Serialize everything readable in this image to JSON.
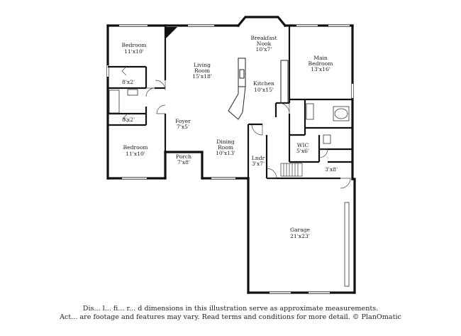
{
  "rooms": {
    "bedroom_2": {
      "name": "Bedroom",
      "dim": "11'x10'"
    },
    "closet_a": {
      "dim": "8'x2'"
    },
    "closet_b": {
      "dim": "8'x2'"
    },
    "bedroom_3": {
      "name": "Bedroom",
      "dim": "11'x10'"
    },
    "fireplace": {
      "name": "FP"
    },
    "living": {
      "name": "Living",
      "name2": "Room",
      "dim": "15'x18'"
    },
    "breakfast": {
      "name": "Breakfast",
      "name2": "Nook",
      "dim": "10'x7'"
    },
    "kitchen": {
      "name": "Kitchen",
      "dim": "10'x15'"
    },
    "main_bedroom": {
      "name": "Main",
      "name2": "Bedroom",
      "dim": "13'x16'"
    },
    "foyer": {
      "name": "Foyer",
      "dim": "7'x5'"
    },
    "dining": {
      "name": "Dining",
      "name2": "Room",
      "dim": "10'x13'"
    },
    "porch": {
      "name": "Porch",
      "dim": "7'x8'"
    },
    "laundry": {
      "name": "Lndr",
      "dim": "3'x7'"
    },
    "wic": {
      "name": "WIC",
      "dim": "5'x6'"
    },
    "bath_closet": {
      "dim": "3'x8'"
    },
    "garage": {
      "name": "Garage",
      "dim": "21'x23'"
    }
  },
  "disclaimer": {
    "line1": "Dis... l... fi... r... d dimensions in this illustration serve as approximate measurements.",
    "line2": "Act... are footage and features may vary. Read terms and conditions for more detail. © PlanOmatic"
  }
}
